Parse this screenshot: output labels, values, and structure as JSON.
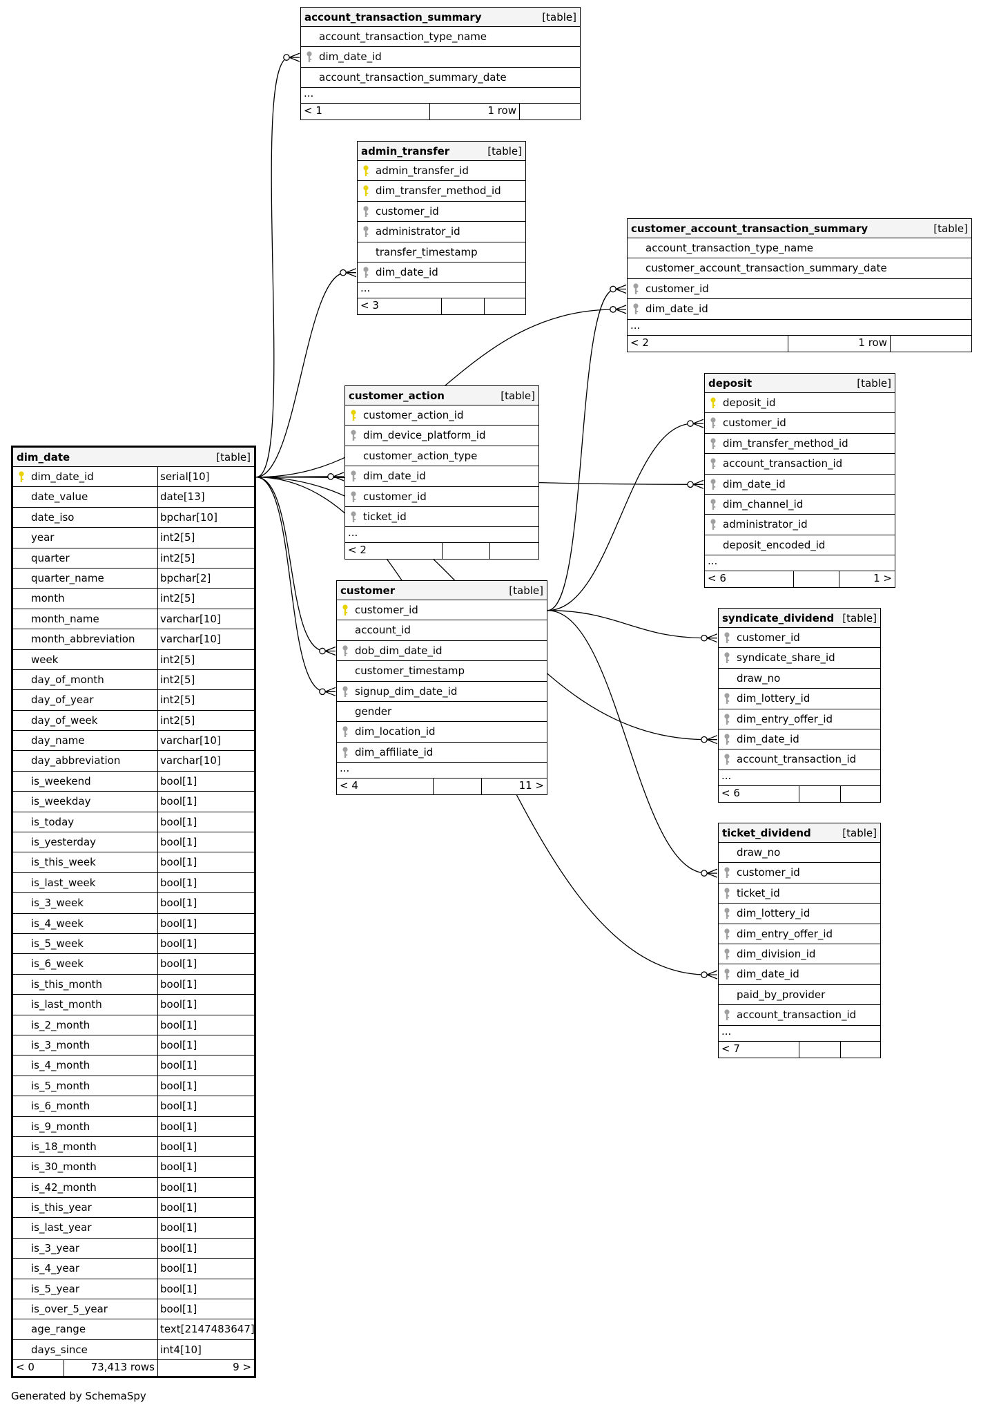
{
  "generator_text": "Generated by SchemaSpy",
  "colors": {
    "primary_key": "#e8d300",
    "foreign_key": "#a0a0a0",
    "header_bg": "#f4f4f4"
  },
  "tables": {
    "account_transaction_summary": {
      "name": "account_transaction_summary",
      "type": "[table]",
      "columns": [
        {
          "name": "account_transaction_type_name",
          "key": ""
        },
        {
          "name": "dim_date_id",
          "key": "fk"
        },
        {
          "name": "account_transaction_summary_date",
          "key": ""
        }
      ],
      "ellipsis": "...",
      "footer": [
        "< 1",
        "1 row",
        ""
      ]
    },
    "admin_transfer": {
      "name": "admin_transfer",
      "type": "[table]",
      "columns": [
        {
          "name": "admin_transfer_id",
          "key": "pk"
        },
        {
          "name": "dim_transfer_method_id",
          "key": "pk"
        },
        {
          "name": "customer_id",
          "key": "fk"
        },
        {
          "name": "administrator_id",
          "key": "fk"
        },
        {
          "name": "transfer_timestamp",
          "key": ""
        },
        {
          "name": "dim_date_id",
          "key": "fk"
        }
      ],
      "ellipsis": "...",
      "footer": [
        "< 3",
        "",
        ""
      ]
    },
    "customer_account_transaction_summary": {
      "name": "customer_account_transaction_summary",
      "type": "[table]",
      "columns": [
        {
          "name": "account_transaction_type_name",
          "key": ""
        },
        {
          "name": "customer_account_transaction_summary_date",
          "key": ""
        },
        {
          "name": "customer_id",
          "key": "fk"
        },
        {
          "name": "dim_date_id",
          "key": "fk"
        }
      ],
      "ellipsis": "...",
      "footer": [
        "< 2",
        "1 row",
        ""
      ]
    },
    "deposit": {
      "name": "deposit",
      "type": "[table]",
      "columns": [
        {
          "name": "deposit_id",
          "key": "pk"
        },
        {
          "name": "customer_id",
          "key": "fk"
        },
        {
          "name": "dim_transfer_method_id",
          "key": "fk"
        },
        {
          "name": "account_transaction_id",
          "key": "fk"
        },
        {
          "name": "dim_date_id",
          "key": "fk"
        },
        {
          "name": "dim_channel_id",
          "key": "fk"
        },
        {
          "name": "administrator_id",
          "key": "fk"
        },
        {
          "name": "deposit_encoded_id",
          "key": ""
        }
      ],
      "ellipsis": "...",
      "footer": [
        "< 6",
        "",
        "1 >"
      ]
    },
    "customer_action": {
      "name": "customer_action",
      "type": "[table]",
      "columns": [
        {
          "name": "customer_action_id",
          "key": "pk"
        },
        {
          "name": "dim_device_platform_id",
          "key": "fk"
        },
        {
          "name": "customer_action_type",
          "key": ""
        },
        {
          "name": "dim_date_id",
          "key": "fk"
        },
        {
          "name": "customer_id",
          "key": "fk"
        },
        {
          "name": "ticket_id",
          "key": "fk"
        }
      ],
      "ellipsis": "...",
      "footer": [
        "< 2",
        "",
        ""
      ]
    },
    "customer": {
      "name": "customer",
      "type": "[table]",
      "columns": [
        {
          "name": "customer_id",
          "key": "pk"
        },
        {
          "name": "account_id",
          "key": ""
        },
        {
          "name": "dob_dim_date_id",
          "key": "fk"
        },
        {
          "name": "customer_timestamp",
          "key": ""
        },
        {
          "name": "signup_dim_date_id",
          "key": "fk"
        },
        {
          "name": "gender",
          "key": ""
        },
        {
          "name": "dim_location_id",
          "key": "fk"
        },
        {
          "name": "dim_affiliate_id",
          "key": "fk"
        }
      ],
      "ellipsis": "...",
      "footer": [
        "< 4",
        "",
        "11 >"
      ]
    },
    "syndicate_dividend": {
      "name": "syndicate_dividend",
      "type": "[table]",
      "columns": [
        {
          "name": "customer_id",
          "key": "fk"
        },
        {
          "name": "syndicate_share_id",
          "key": "fk"
        },
        {
          "name": "draw_no",
          "key": ""
        },
        {
          "name": "dim_lottery_id",
          "key": "fk"
        },
        {
          "name": "dim_entry_offer_id",
          "key": "fk"
        },
        {
          "name": "dim_date_id",
          "key": "fk"
        },
        {
          "name": "account_transaction_id",
          "key": "fk"
        }
      ],
      "ellipsis": "...",
      "footer": [
        "< 6",
        "",
        ""
      ]
    },
    "ticket_dividend": {
      "name": "ticket_dividend",
      "type": "[table]",
      "columns": [
        {
          "name": "draw_no",
          "key": ""
        },
        {
          "name": "customer_id",
          "key": "fk"
        },
        {
          "name": "ticket_id",
          "key": "fk"
        },
        {
          "name": "dim_lottery_id",
          "key": "fk"
        },
        {
          "name": "dim_entry_offer_id",
          "key": "fk"
        },
        {
          "name": "dim_division_id",
          "key": "fk"
        },
        {
          "name": "dim_date_id",
          "key": "fk"
        },
        {
          "name": "paid_by_provider",
          "key": ""
        },
        {
          "name": "account_transaction_id",
          "key": "fk"
        }
      ],
      "ellipsis": "...",
      "footer": [
        "< 7",
        "",
        ""
      ]
    },
    "dim_date": {
      "name": "dim_date",
      "type": "[table]",
      "columns": [
        {
          "name": "dim_date_id",
          "key": "pk",
          "dtype": "serial[10]"
        },
        {
          "name": "date_value",
          "key": "",
          "dtype": "date[13]"
        },
        {
          "name": "date_iso",
          "key": "",
          "dtype": "bpchar[10]"
        },
        {
          "name": "year",
          "key": "",
          "dtype": "int2[5]"
        },
        {
          "name": "quarter",
          "key": "",
          "dtype": "int2[5]"
        },
        {
          "name": "quarter_name",
          "key": "",
          "dtype": "bpchar[2]"
        },
        {
          "name": "month",
          "key": "",
          "dtype": "int2[5]"
        },
        {
          "name": "month_name",
          "key": "",
          "dtype": "varchar[10]"
        },
        {
          "name": "month_abbreviation",
          "key": "",
          "dtype": "varchar[10]"
        },
        {
          "name": "week",
          "key": "",
          "dtype": "int2[5]"
        },
        {
          "name": "day_of_month",
          "key": "",
          "dtype": "int2[5]"
        },
        {
          "name": "day_of_year",
          "key": "",
          "dtype": "int2[5]"
        },
        {
          "name": "day_of_week",
          "key": "",
          "dtype": "int2[5]"
        },
        {
          "name": "day_name",
          "key": "",
          "dtype": "varchar[10]"
        },
        {
          "name": "day_abbreviation",
          "key": "",
          "dtype": "varchar[10]"
        },
        {
          "name": "is_weekend",
          "key": "",
          "dtype": "bool[1]"
        },
        {
          "name": "is_weekday",
          "key": "",
          "dtype": "bool[1]"
        },
        {
          "name": "is_today",
          "key": "",
          "dtype": "bool[1]"
        },
        {
          "name": "is_yesterday",
          "key": "",
          "dtype": "bool[1]"
        },
        {
          "name": "is_this_week",
          "key": "",
          "dtype": "bool[1]"
        },
        {
          "name": "is_last_week",
          "key": "",
          "dtype": "bool[1]"
        },
        {
          "name": "is_3_week",
          "key": "",
          "dtype": "bool[1]"
        },
        {
          "name": "is_4_week",
          "key": "",
          "dtype": "bool[1]"
        },
        {
          "name": "is_5_week",
          "key": "",
          "dtype": "bool[1]"
        },
        {
          "name": "is_6_week",
          "key": "",
          "dtype": "bool[1]"
        },
        {
          "name": "is_this_month",
          "key": "",
          "dtype": "bool[1]"
        },
        {
          "name": "is_last_month",
          "key": "",
          "dtype": "bool[1]"
        },
        {
          "name": "is_2_month",
          "key": "",
          "dtype": "bool[1]"
        },
        {
          "name": "is_3_month",
          "key": "",
          "dtype": "bool[1]"
        },
        {
          "name": "is_4_month",
          "key": "",
          "dtype": "bool[1]"
        },
        {
          "name": "is_5_month",
          "key": "",
          "dtype": "bool[1]"
        },
        {
          "name": "is_6_month",
          "key": "",
          "dtype": "bool[1]"
        },
        {
          "name": "is_9_month",
          "key": "",
          "dtype": "bool[1]"
        },
        {
          "name": "is_18_month",
          "key": "",
          "dtype": "bool[1]"
        },
        {
          "name": "is_30_month",
          "key": "",
          "dtype": "bool[1]"
        },
        {
          "name": "is_42_month",
          "key": "",
          "dtype": "bool[1]"
        },
        {
          "name": "is_this_year",
          "key": "",
          "dtype": "bool[1]"
        },
        {
          "name": "is_last_year",
          "key": "",
          "dtype": "bool[1]"
        },
        {
          "name": "is_3_year",
          "key": "",
          "dtype": "bool[1]"
        },
        {
          "name": "is_4_year",
          "key": "",
          "dtype": "bool[1]"
        },
        {
          "name": "is_5_year",
          "key": "",
          "dtype": "bool[1]"
        },
        {
          "name": "is_over_5_year",
          "key": "",
          "dtype": "bool[1]"
        },
        {
          "name": "age_range",
          "key": "",
          "dtype": "text[2147483647]"
        },
        {
          "name": "days_since",
          "key": "",
          "dtype": "int4[10]"
        }
      ],
      "footer": [
        "< 0",
        "73,413 rows",
        "9 >"
      ]
    }
  },
  "relationships": [
    {
      "from": "dim_date.dim_date_id",
      "to": "account_transaction_summary.dim_date_id"
    },
    {
      "from": "dim_date.dim_date_id",
      "to": "admin_transfer.dim_date_id"
    },
    {
      "from": "dim_date.dim_date_id",
      "to": "customer_account_transaction_summary.dim_date_id"
    },
    {
      "from": "dim_date.dim_date_id",
      "to": "deposit.dim_date_id"
    },
    {
      "from": "dim_date.dim_date_id",
      "to": "customer_action.dim_date_id"
    },
    {
      "from": "dim_date.dim_date_id",
      "to": "customer.dob_dim_date_id"
    },
    {
      "from": "dim_date.dim_date_id",
      "to": "customer.signup_dim_date_id"
    },
    {
      "from": "dim_date.dim_date_id",
      "to": "syndicate_dividend.dim_date_id"
    },
    {
      "from": "dim_date.dim_date_id",
      "to": "ticket_dividend.dim_date_id"
    },
    {
      "from": "customer.customer_id",
      "to": "customer_account_transaction_summary.customer_id"
    },
    {
      "from": "customer.customer_id",
      "to": "deposit.customer_id"
    },
    {
      "from": "customer.customer_id",
      "to": "syndicate_dividend.customer_id"
    },
    {
      "from": "customer.customer_id",
      "to": "ticket_dividend.customer_id"
    }
  ]
}
